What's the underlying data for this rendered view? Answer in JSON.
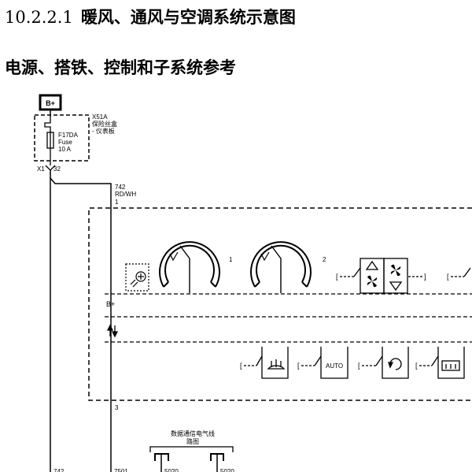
{
  "title": {
    "number": "10.2.2.1",
    "text": "暖风、通风与空调系统示意图"
  },
  "subtitle": "电源、搭铁、控制和子系统参考",
  "diagram": {
    "power_label": "B+",
    "fuse_block_id": "X51A",
    "fuse_block_name_1": "保险丝盒",
    "fuse_block_name_2": "- 仪表板",
    "fuse_id": "F17DA",
    "fuse_word": "Fuse",
    "fuse_rating": "10 A",
    "connector": "X1",
    "connector_pin": "32",
    "wire_circuit": "742",
    "wire_color": "RD/WH",
    "module_pin_1": "1",
    "module_pin_3": "3",
    "knob_1": "1",
    "knob_2": "2",
    "module_bplus": "B+",
    "auto_label": "AUTO",
    "data_line_1": "数据通信电气线",
    "data_line_2": "路图",
    "bottom_wire_1": "742",
    "bottom_wire_2": "7501",
    "bottom_wire_3": "5020",
    "bottom_wire_4": "5020"
  }
}
